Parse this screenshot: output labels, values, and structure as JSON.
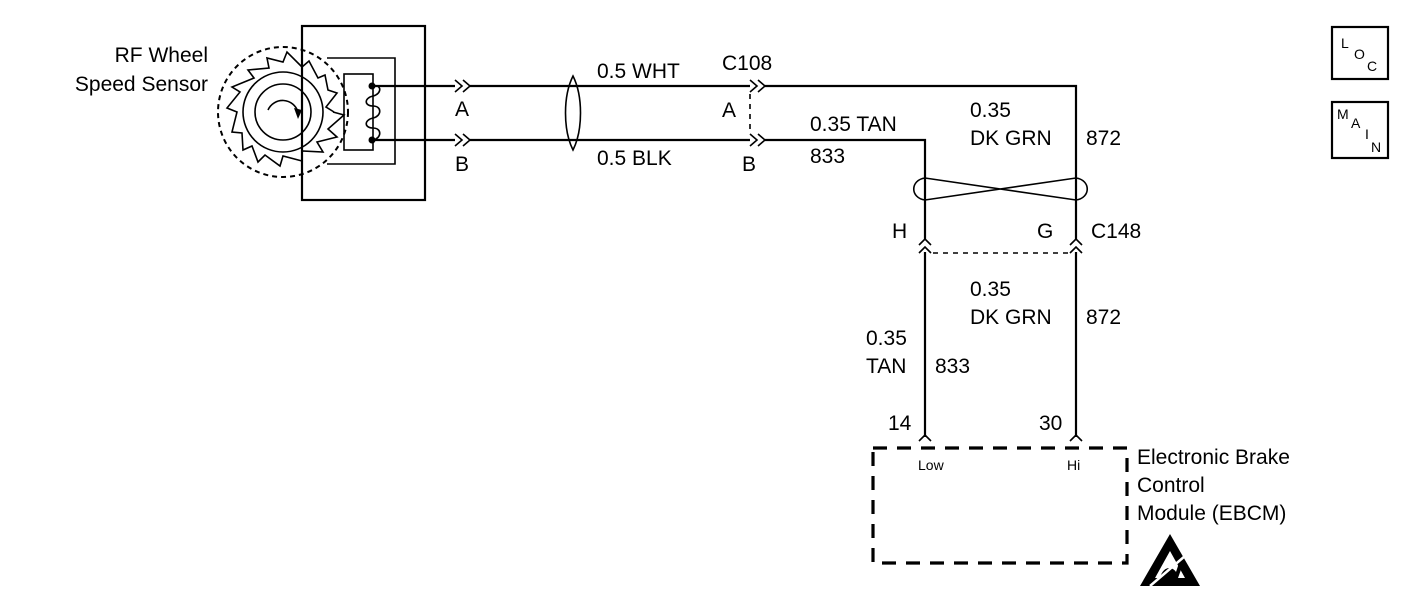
{
  "sensor": {
    "name_line1": "RF Wheel",
    "name_line2": "Speed Sensor",
    "pin_a": "A",
    "pin_b": "B"
  },
  "wires": {
    "wht_label": "0.5 WHT",
    "blk_label": "0.5 BLK",
    "tan_upper_label": "0.35 TAN",
    "tan_upper_circuit": "833",
    "grn_upper_size": "0.35",
    "grn_upper_color": "DK GRN",
    "grn_upper_circuit": "872",
    "grn_lower_size": "0.35",
    "grn_lower_color": "DK GRN",
    "grn_lower_circuit": "872",
    "tan_lower_size": "0.35",
    "tan_lower_color": "TAN",
    "tan_lower_circuit": "833"
  },
  "connectors": {
    "c108_name": "C108",
    "c108_pin_a": "A",
    "c108_pin_b": "B",
    "c148_name": "C148",
    "c148_pin_h": "H",
    "c148_pin_g": "G"
  },
  "ebcm": {
    "pin_low_num": "14",
    "pin_hi_num": "30",
    "pin_low_label": "Low",
    "pin_hi_label": "Hi",
    "name_line1": "Electronic Brake",
    "name_line2": "Control",
    "name_line3": "Module (EBCM)"
  },
  "badges": {
    "loc": [
      "L",
      "O",
      "C"
    ],
    "main": [
      "M",
      "A",
      "I",
      "N"
    ]
  },
  "icons": {
    "esd": "esd-warning-icon"
  }
}
